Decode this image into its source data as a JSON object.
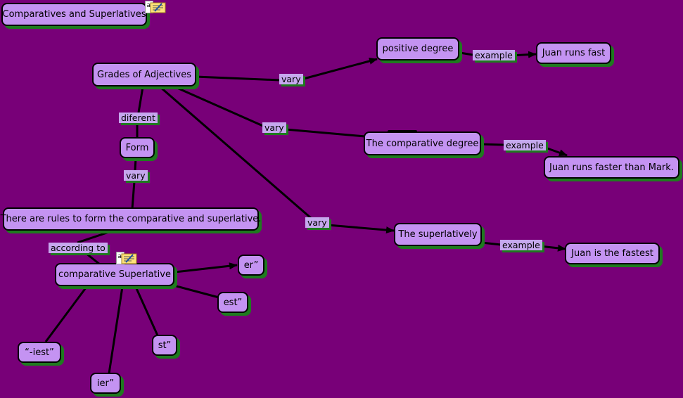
{
  "diagram": {
    "concepts": {
      "title": "Comparatives and Superlatives",
      "grades": "Grades of Adjectives",
      "positive": "positive degree",
      "juan_fast": "Juan runs fast",
      "comparative": "The comparative degree",
      "juan_faster": "Juan runs faster than Mark.",
      "superlatively": "The superlatively",
      "juan_fastest": "Juan is the fastest",
      "form": "Form",
      "rules": "There are rules to form the comparative and superlative.",
      "comp_sup": "comparative Superlative",
      "er": "er”",
      "est": "est”",
      "st": "st”",
      "ier": "ier”",
      "iest": "“-iest”"
    },
    "links": {
      "vary_positive": "vary",
      "vary_comparative": "vary",
      "vary_superlative": "vary",
      "example_positive": "example",
      "example_comparative": "example",
      "example_superlative": "example",
      "different": "diferent",
      "vary_form": "vary",
      "according_to": "according to"
    },
    "colors": {
      "background": "#780078",
      "concept_fill": "#c493f2",
      "link_fill": "#c6a8ee",
      "shadow": "#1f7a1f"
    },
    "icons": [
      "note-icon",
      "note-icon"
    ]
  }
}
